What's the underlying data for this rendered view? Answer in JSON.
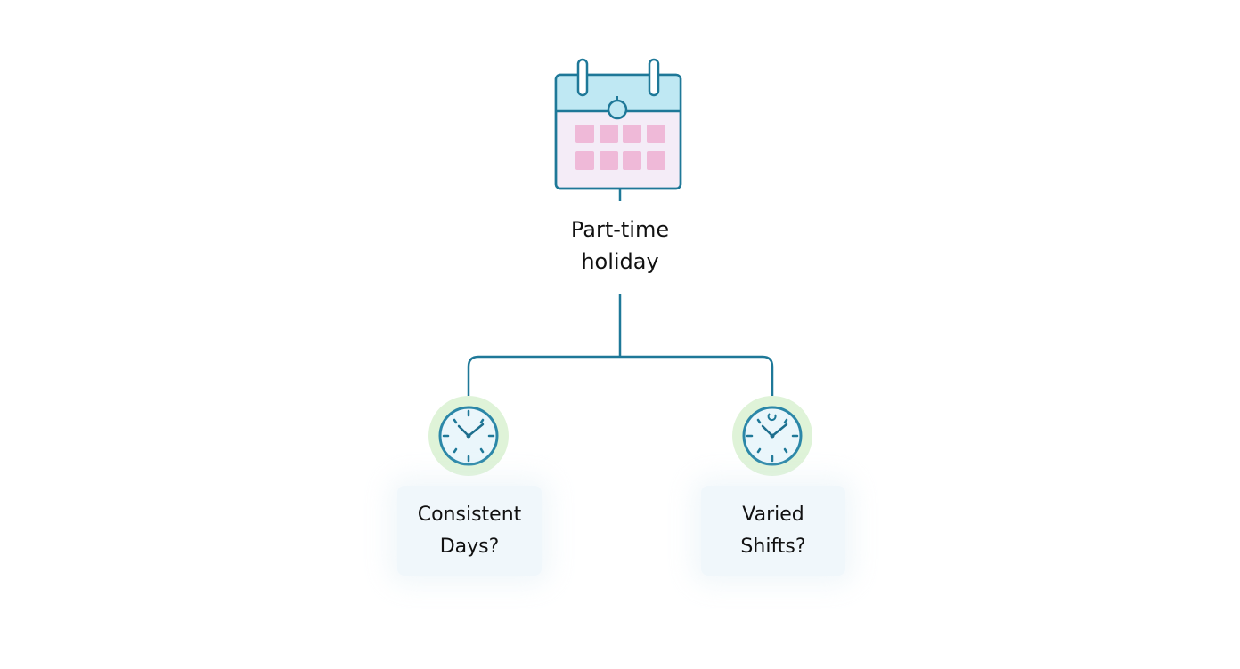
{
  "diagram": {
    "root": {
      "label": "Part-time\nholiday",
      "icon": "calendar-icon"
    },
    "branches": [
      {
        "label": "Consistent\nDays?",
        "icon": "clock-icon"
      },
      {
        "label": "Varied\nShifts?",
        "icon": "clock-icon"
      }
    ]
  },
  "colors": {
    "line": "#1e7898",
    "calendar_header": "#bfe8f3",
    "calendar_body": "#f4ecf7",
    "calendar_cells": "#efb9d8",
    "clock_halo": "#dff3d8",
    "clock_face": "#eaf6fb",
    "leaf_box": "#f0f7fb"
  }
}
